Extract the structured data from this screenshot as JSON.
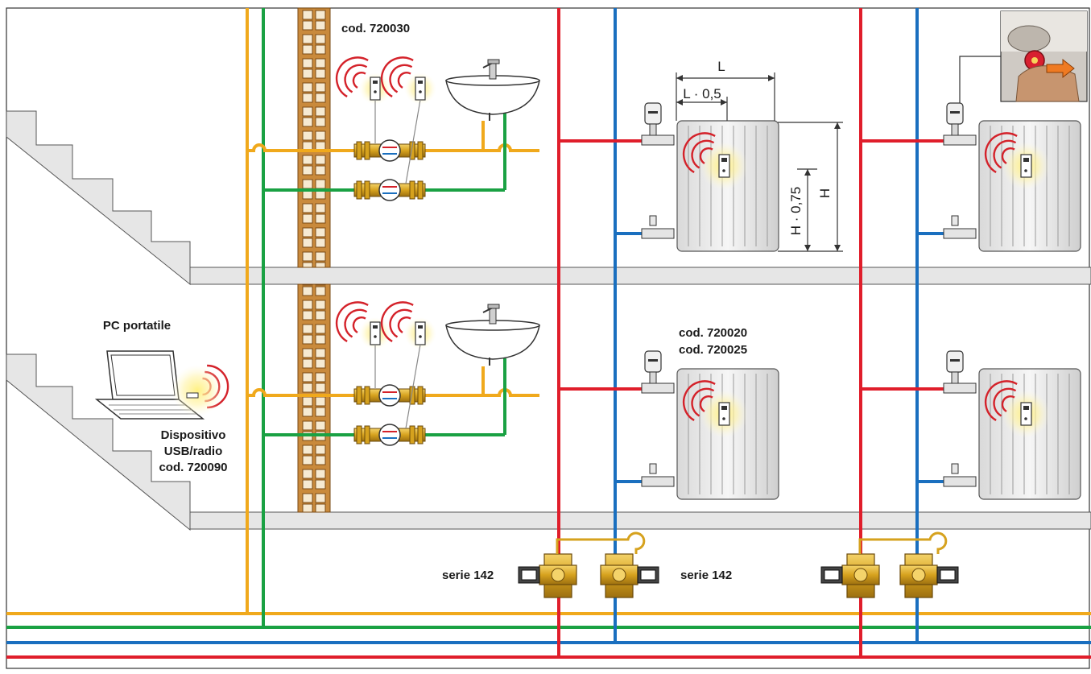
{
  "labels": {
    "meter_code": "cod. 720030",
    "pc_title": "PC portatile",
    "usb_line1": "Dispositivo",
    "usb_line2": "USB/radio",
    "usb_line3": "cod. 720090",
    "heat_code1": "cod. 720020",
    "heat_code2": "cod. 720025",
    "valve_left": "serie 142",
    "valve_right": "serie 142"
  },
  "dimensions": {
    "width": "L",
    "half_width": "L · 0,5",
    "height": "H",
    "height_factor": "H · 0,75"
  },
  "colors": {
    "hot_water": "#f0a91c",
    "cold_water": "#1aa143",
    "heating_flow": "#e01e2b",
    "heating_return": "#1a6fbf",
    "radio_wave": "#d4222a",
    "brass": "#d6a21e",
    "floor": "#e6e6e6",
    "brick": "#c98a3c"
  },
  "icons": [
    "laptop-icon",
    "radio-wave-icon",
    "water-meter-icon",
    "sink-icon",
    "thermostatic-head-icon",
    "heat-cost-allocator-icon",
    "balancing-valve-icon"
  ]
}
